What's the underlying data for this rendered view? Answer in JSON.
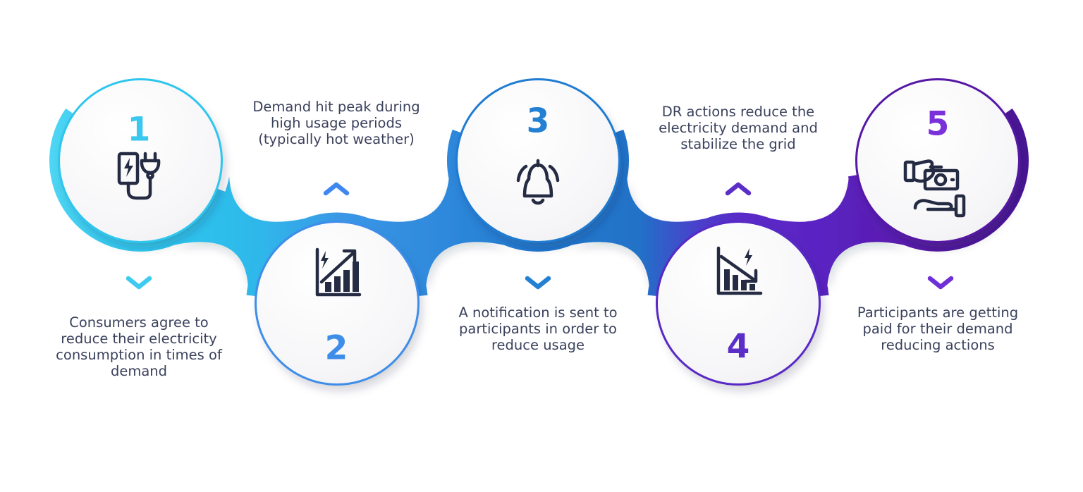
{
  "infographic": {
    "background": "#ffffff",
    "text_color": "#3A415C",
    "icon_stroke": "#242B42",
    "ribbon_gradient": [
      "#52D7F4",
      "#2FC7EE",
      "#2FB7EA",
      "#3A97E6",
      "#2F89DC",
      "#2179CE",
      "#2172C8",
      "#4A3FCB",
      "#5A2AC8",
      "#5A23C2",
      "#541A9F",
      "#481593"
    ],
    "steps": [
      {
        "number": "1",
        "placement": "top",
        "accent": "#2FC6EE",
        "number_color": "#3BC8EE",
        "chevron_direction": "down",
        "chevron_color": "#3ECBEF",
        "icon": "electric-plug-charging-icon",
        "description": "Consumers agree to\nreduce their electricity\nconsumption in times of\ndemand"
      },
      {
        "number": "2",
        "placement": "bottom",
        "accent": "#3E8EE9",
        "number_color": "#3E8EE9",
        "chevron_direction": "up",
        "chevron_color": "#3F87F0",
        "icon": "electricity-demand-rising-chart-icon",
        "description": "Demand hit peak during\nhigh usage periods\n(typically hot weather)"
      },
      {
        "number": "3",
        "placement": "top",
        "accent": "#1F7CD2",
        "number_color": "#2380D2",
        "chevron_direction": "down",
        "chevron_color": "#2380D2",
        "icon": "notification-bell-icon",
        "description": "A notification is sent to\nparticipants in order to\nreduce usage"
      },
      {
        "number": "4",
        "placement": "bottom",
        "accent": "#5829C6",
        "number_color": "#5B2EC8",
        "chevron_direction": "up",
        "chevron_color": "#5B2EC8",
        "icon": "electricity-demand-falling-chart-icon",
        "description": "DR actions reduce the\nelectricity demand and\nstabilize the grid"
      },
      {
        "number": "5",
        "placement": "top",
        "accent": "#5617A5",
        "number_color": "#7A31DA",
        "chevron_direction": "down",
        "chevron_color": "#6F2FD6",
        "icon": "hand-receiving-payment-icon",
        "description": "Participants are getting\npaid for their demand\nreducing actions"
      }
    ]
  }
}
